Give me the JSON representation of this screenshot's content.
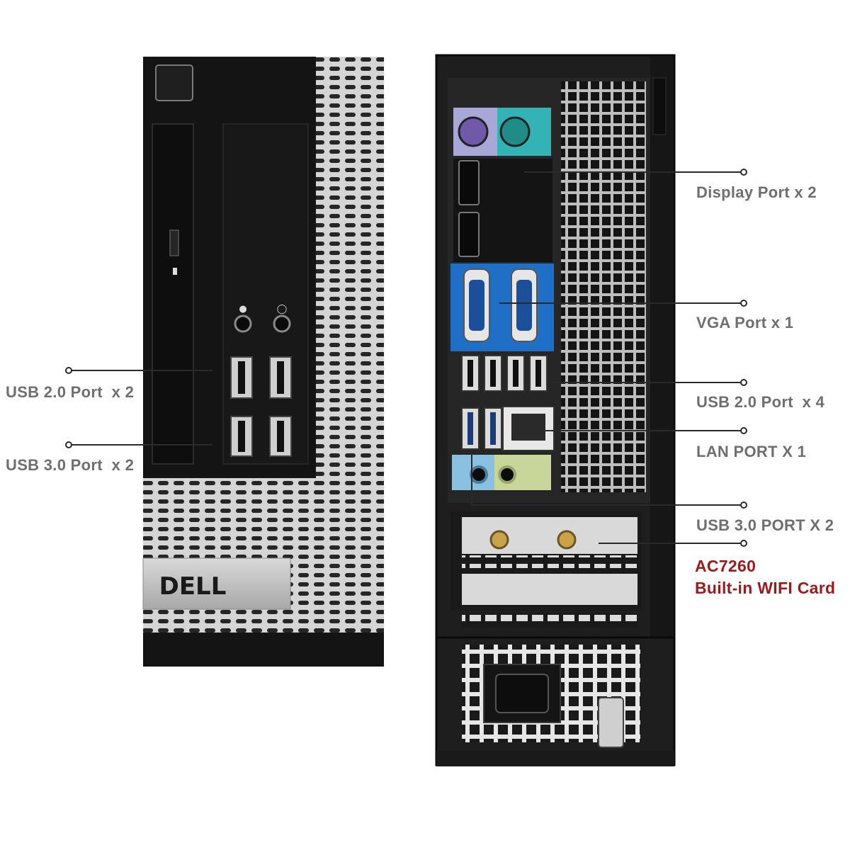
{
  "front": {
    "brand": "DELL",
    "labels": {
      "usb2": "USB 2.0 Port  x 2",
      "usb3": "USB 3.0 Port  x 2"
    }
  },
  "rear": {
    "labels": {
      "displayport": "Display Port x 2",
      "vga": "VGA Port x 1",
      "usb2": "USB 2.0 Port  x 4",
      "lan": "LAN PORT X 1",
      "usb3": "USB 3.0 PORT X 2",
      "wifi_model": "AC7260",
      "wifi_desc": "Built-in WIFI Card"
    }
  },
  "colors": {
    "label_gray": "#6f6f6f",
    "label_red": "#9b1b1b",
    "case_black": "#1c1c1c",
    "mesh_silver": "#d9d9d9",
    "vga_blue": "#1f6fc6",
    "ps2_teal": "#33b3b3",
    "audio_green": "#c8d69a",
    "audio_blue": "#8ac0e0"
  },
  "icons": [
    "power-button-icon",
    "headphone-jack-icon",
    "microphone-jack-icon",
    "dell-logo",
    "power-socket-icon"
  ]
}
